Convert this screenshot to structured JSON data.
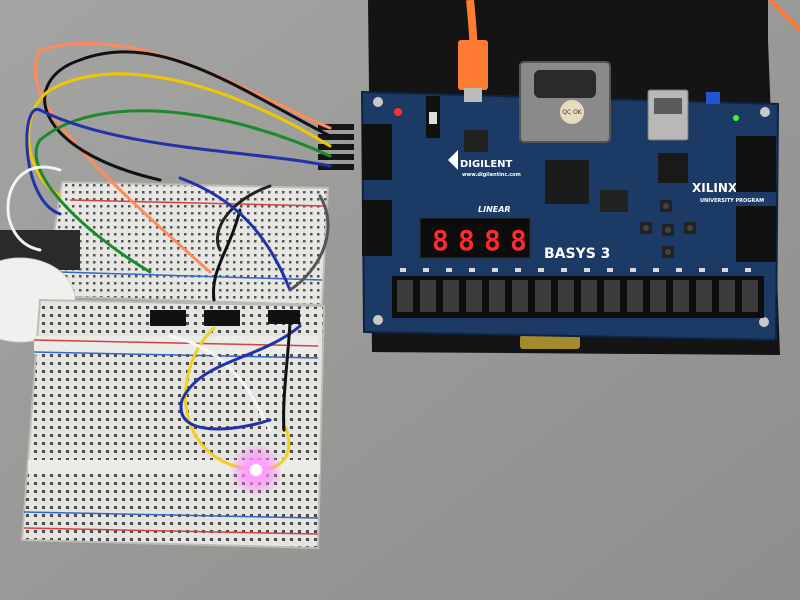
{
  "board": {
    "brand": "DIGILENT",
    "brand_url": "www.digilentinc.com",
    "model": "BASYS 3",
    "vendor": "XILINX",
    "vendor_program": "UNIVERSITY PROGRAM",
    "chip_brand": "LINEAR",
    "display_digits": [
      "8",
      "8",
      "8",
      "8"
    ],
    "qc_label": "QC OK",
    "switch_count": 16
  },
  "colors": {
    "table": "#9a9a98",
    "board_blue": "#1c3a66",
    "breadboard": "#e6e6e2",
    "led_glow": "#ff6bff"
  }
}
